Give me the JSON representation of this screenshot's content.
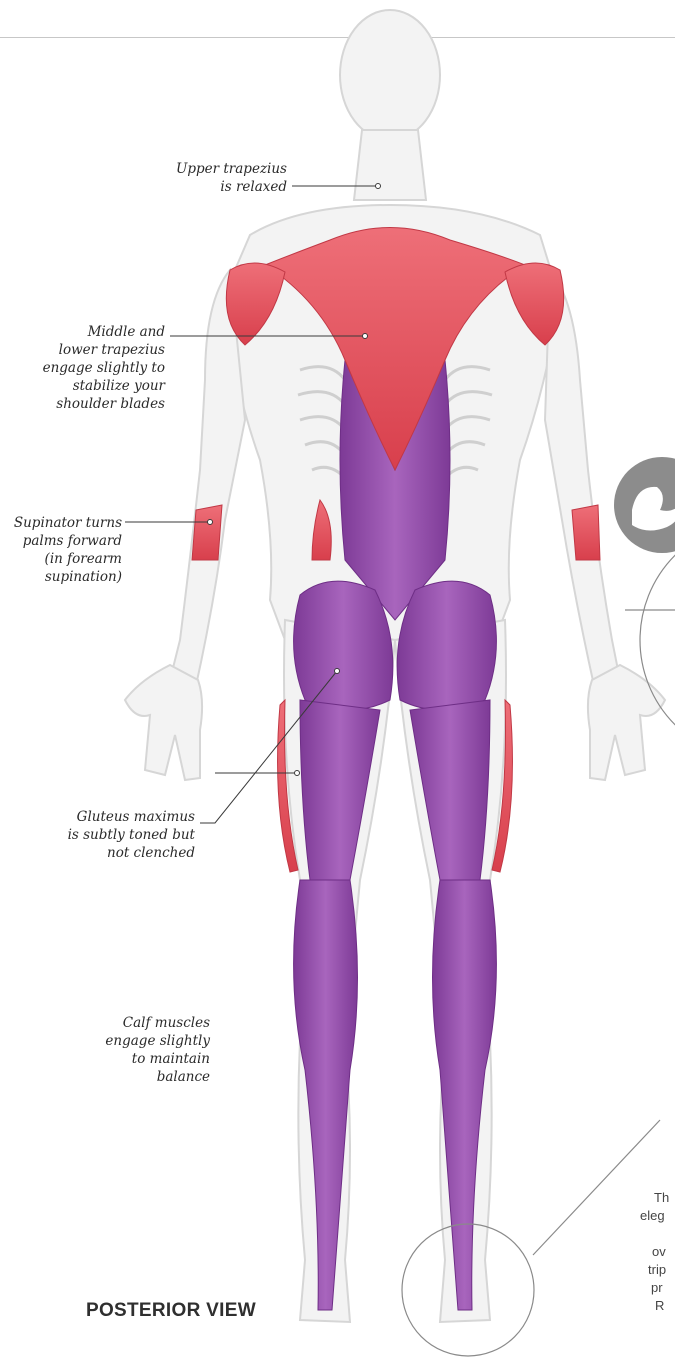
{
  "view_title": "POSTERIOR VIEW",
  "colors": {
    "muscle_red": "#e8545f",
    "muscle_purple": "#9b4fb0",
    "skeleton": "#f4f4f4",
    "body_outline": "#d9d9d9",
    "leader_line": "#3a3a3a"
  },
  "callouts": [
    {
      "id": "upper-trapezius",
      "text": "Upper trapezius\nis relaxed"
    },
    {
      "id": "middle-lower-trapezius",
      "text": "Middle and\nlower trapezius\nengage slightly to\nstabilize your\nshoulder blades"
    },
    {
      "id": "supinator",
      "text": "Supinator turns\npalms forward\n(in forearm\nsupination)"
    },
    {
      "id": "gluteus-maximus",
      "text": "Gluteus maximus\nis subtly toned but\nnot clenched"
    },
    {
      "id": "calf-muscles",
      "text": "Calf muscles\nengage slightly\nto maintain\nbalance"
    }
  ],
  "cropped_side_text": [
    "Th",
    "eleg",
    "ov",
    "trip",
    "pr",
    "R"
  ],
  "side_icon": "flexed-arm-icon"
}
